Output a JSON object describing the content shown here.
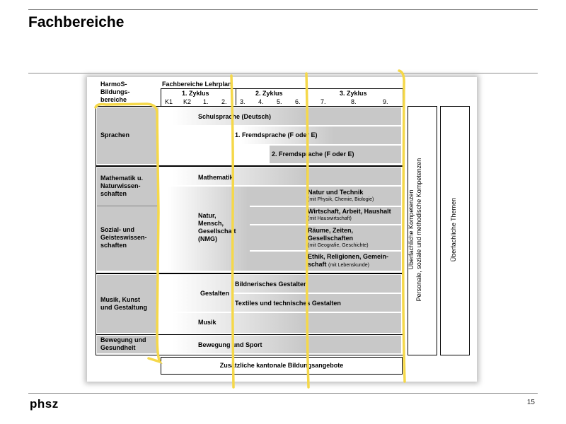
{
  "slide": {
    "title": "Fachbereiche",
    "logo": "phsz",
    "page_number": "15"
  },
  "diagram": {
    "col_header_left": [
      "HarmoS-",
      "Bildungs-",
      "bereiche"
    ],
    "col_header_main": "Fachbereiche Lehrplan",
    "cycles": [
      "1. Zyklus",
      "2. Zyklus",
      "3. Zyklus"
    ],
    "grades": [
      "K1",
      "K2",
      "1.",
      "2.",
      "3.",
      "4.",
      "5.",
      "6.",
      "7.",
      "8.",
      "9."
    ],
    "areas": {
      "sprachen": "Sprachen",
      "mathematik": [
        "Mathematik u.",
        "Naturwissen-",
        "schaften"
      ],
      "sozial": [
        "Sozial- und",
        "Geisteswissen-",
        "schaften"
      ],
      "musik": [
        "Musik, Kunst",
        "und Gestaltung"
      ],
      "bewegung": [
        "Bewegung und",
        "Gesundheit"
      ]
    },
    "subjects": {
      "schulsprache": "Schulsprache (Deutsch)",
      "fremdsprache1": "1. Fremdsprache (F oder E)",
      "fremdsprache2": "2. Fremdsprache (F oder E)",
      "mathematik": "Mathematik",
      "nmg": [
        "Natur,",
        "Mensch,",
        "Gesellschaft",
        "(NMG)"
      ],
      "natur_technik": "Natur und Technik",
      "natur_technik_sub": "(mit Physik, Chemie, Biologie)",
      "wah": "Wirtschaft, Arbeit, Haushalt",
      "wah_sub": "(mit Hauswirtschaft)",
      "rzg": [
        "Räume, Zeiten,",
        "Gesellschaften"
      ],
      "rzg_sub": "(mit Geografie, Geschichte)",
      "erg_1": "Ethik, Religionen, Gemein-",
      "erg_2": "schaft",
      "erg_sub": "(mit Lebenskunde)",
      "gestalten": "Gestalten",
      "bildnerisch": "Bildnerisches Gestalten",
      "textil": "Textiles und technisches Gestalten",
      "musik": "Musik",
      "sport": "Bewegung und Sport",
      "zusatz": "Zusätzliche kantonale Bildungsangebote"
    },
    "side_boxes": {
      "kompetenzen_1": "Überfachliche Kompetenzen",
      "kompetenzen_2": "Personale, soziale und methodische Kompetenzen",
      "themen": "Überfachliche Themen"
    }
  },
  "annotation_color": "#f5d84a"
}
